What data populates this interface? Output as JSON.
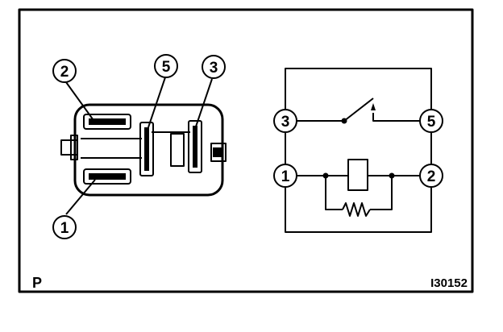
{
  "connector_pins": [
    {
      "id": "pin-2",
      "label": "2"
    },
    {
      "id": "pin-5",
      "label": "5"
    },
    {
      "id": "pin-3",
      "label": "3"
    },
    {
      "id": "pin-1",
      "label": "1"
    }
  ],
  "schematic_terminals": [
    {
      "id": "term-3",
      "label": "3"
    },
    {
      "id": "term-5",
      "label": "5"
    },
    {
      "id": "term-1",
      "label": "1"
    },
    {
      "id": "term-2",
      "label": "2"
    }
  ],
  "corner_mark": "P",
  "figure_code": "I30152",
  "colors": {
    "ink": "#000000",
    "paper": "#ffffff"
  }
}
